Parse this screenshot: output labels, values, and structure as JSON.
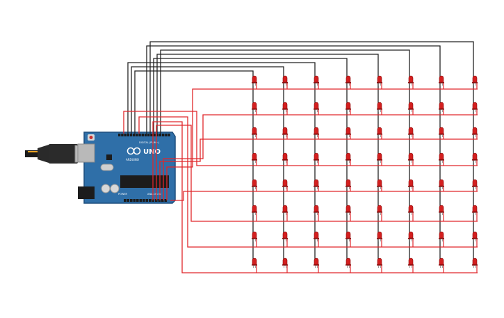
{
  "board": {
    "brand": "UNO",
    "model": "ARDUINO",
    "header_label": "DIGITAL (PWM~)",
    "power_label": "POWER",
    "analog_label": "ANALOG IN"
  },
  "matrix": {
    "rows": 8,
    "cols": 8
  },
  "colors": {
    "background": "#ffffff",
    "board": "#2f6fa8",
    "board_dark": "#1f4f7d",
    "wire_red": "#e0262a",
    "wire_black": "#222222",
    "led": "#d31f1f",
    "led_dark": "#8c0f0f",
    "silk": "#ffffff"
  }
}
